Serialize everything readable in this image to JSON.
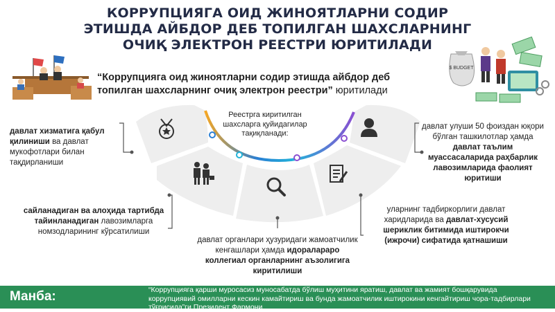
{
  "title": {
    "line1": "КОРРУПЦИЯГА ОИД ЖИНОЯТЛАРНИ СОДИР",
    "line2": "ЭТИШДА АЙБДОР ДЕБ ТОПИЛГАН ШАХСЛАРНИНГ",
    "line3": "ОЧИҚ ЭЛЕКТРОН РЕЕСТРИ ЮРИТИЛАДИ"
  },
  "quote": {
    "bold_part": "“Коррупцияга оид жиноятларни содир этишда айбдор деб топилган шахсларнинг очиқ электрон реестри”",
    "rest": " юритилади"
  },
  "center_label": "Реестрга киритилган шахсларга қуйидагилар тақиқланади:",
  "items": [
    {
      "bold": "давлат хизматига қабул қилиниши",
      "rest": " ва давлат мукофотлари билан тақдирланиши",
      "icon": "medal-icon"
    },
    {
      "bold": "сайланадиган ва алоҳида тартибда тайинланадиган",
      "rest": " лавозимларга номзодларининг кўрсатилиши",
      "icon": "business-people-icon"
    },
    {
      "pre": "давлат органлари ҳузуридаги жамоатчилик кенгашлари ҳамда ",
      "bold": "идоралараро коллегиал органларнинг аъзолигига киритилиши",
      "icon": "magnifier-icon"
    },
    {
      "pre": "уларнинг тадбиркорлиги давлат харидларида ва ",
      "bold": "давлат-хусусий шериклик битимида иштирокчи (ижрочи) сифатида қатнашиши",
      "icon": "document-pen-icon"
    },
    {
      "pre": "давлат улуши 50 фоиздан юқори бўлган ташкилотлар ҳамда ",
      "bold": "давлат таълим муассасаларида раҳбарлик лавозимларида фаолият юритиши",
      "icon": "person-icon"
    }
  ],
  "illustrations": {
    "left": "courtroom-illustration",
    "right": "money-thieves-illustration",
    "money_bag_text": "$ BUDGET"
  },
  "footer": {
    "label": "Манба:",
    "source": "“Коррупцияга қарши муросасиз муносабатда бўлиш муҳитини яратиш, давлат ва жамият бошқарувида коррупциявий омилларни кескин камайтириш ва бунда жамоатчилик иштирокини кенгайтириш чора-тадбирлари тўғрисида”ги Президент Фармони"
  },
  "colors": {
    "title": "#232b46",
    "accent_blue": "#2a7fd4",
    "accent_purple": "#8a4fd1",
    "accent_orange": "#f5a623",
    "segment_fill": "#eeeeee",
    "footer_green": "#2a8f56"
  }
}
